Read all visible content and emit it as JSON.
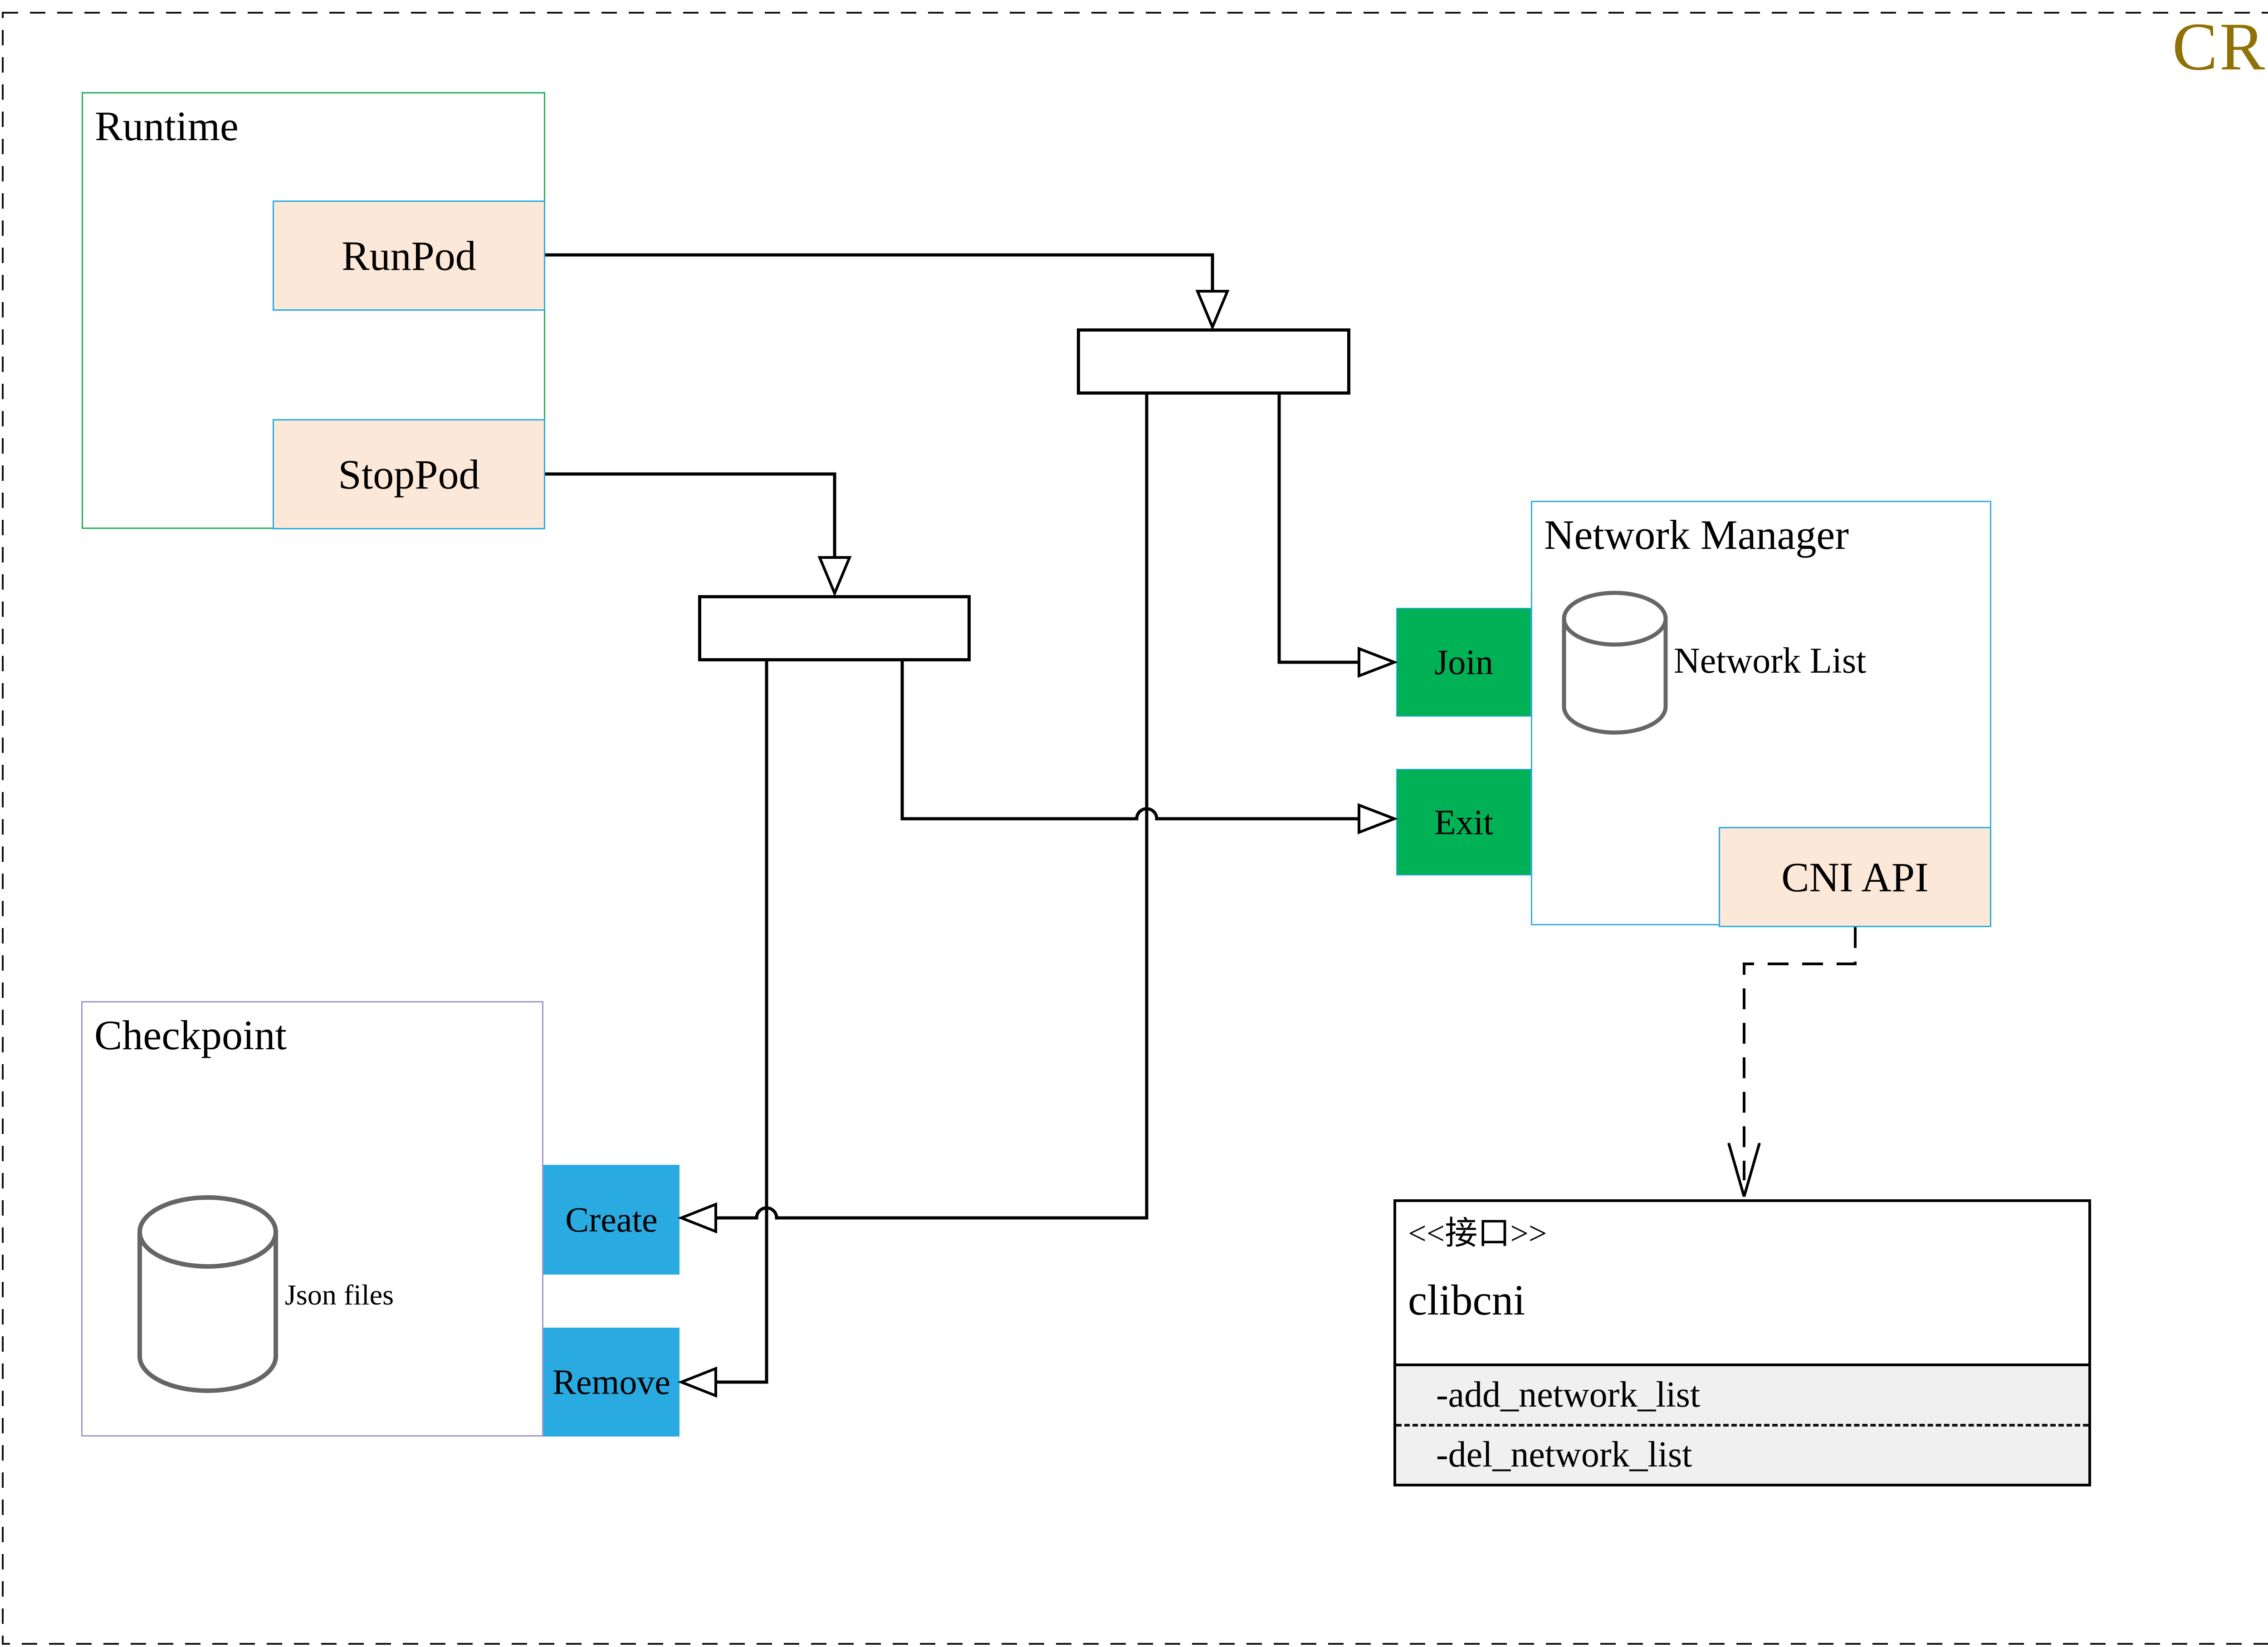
{
  "header": {
    "badge": "CRI",
    "badge_color": "#8e7204"
  },
  "runtime": {
    "title": "Runtime",
    "nodes": [
      {
        "label": "RunPod"
      },
      {
        "label": "StopPod"
      }
    ]
  },
  "network_manager": {
    "title": "Network Manager",
    "datastore_label": "Network List",
    "ports": [
      {
        "label": "Join"
      },
      {
        "label": "Exit"
      }
    ],
    "api_node": {
      "label": "CNI API"
    }
  },
  "checkpoint": {
    "title": "Checkpoint",
    "datastore_label": "Json files",
    "ports": [
      {
        "label": "Create"
      },
      {
        "label": "Remove"
      }
    ]
  },
  "interface_box": {
    "stereotype": "<<接口>>",
    "name": "clibcni",
    "methods": [
      "-add_network_list",
      "-del_network_list"
    ]
  },
  "colors": {
    "runtime_border": "#21b154",
    "checkpoint_border": "#a195c5",
    "network_manager_border": "#36ace0",
    "node_fill_peach": "#fce8d8",
    "node_border_blue": "#29abe2",
    "port_fill_green": "#00b156",
    "port_fill_blue": "#29abe2",
    "interface_attr_fill": "#f0f0f0",
    "cylinder_stroke": "#666666",
    "line_color": "#000000"
  }
}
